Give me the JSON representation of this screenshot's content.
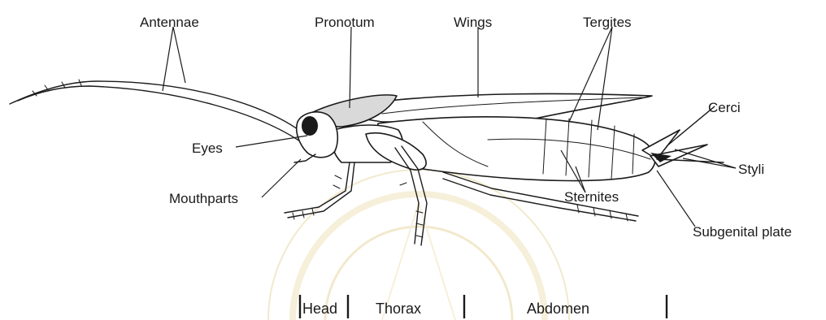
{
  "labels": {
    "antennae": "Antennae",
    "pronotum": "Pronotum",
    "wings": "Wings",
    "tergites": "Tergites",
    "cerci": "Cerci",
    "eyes": "Eyes",
    "mouthparts": "Mouthparts",
    "sternites": "Sternites",
    "styli": "Styli",
    "subgenital_plate": "Subgenital plate"
  },
  "segments": {
    "head": "Head",
    "thorax": "Thorax",
    "abdomen": "Abdomen"
  },
  "colors": {
    "pronotum_fill": "#d9d9d9",
    "eye_fill": "#1a1a1a",
    "watermark": "#e9d8a6"
  }
}
